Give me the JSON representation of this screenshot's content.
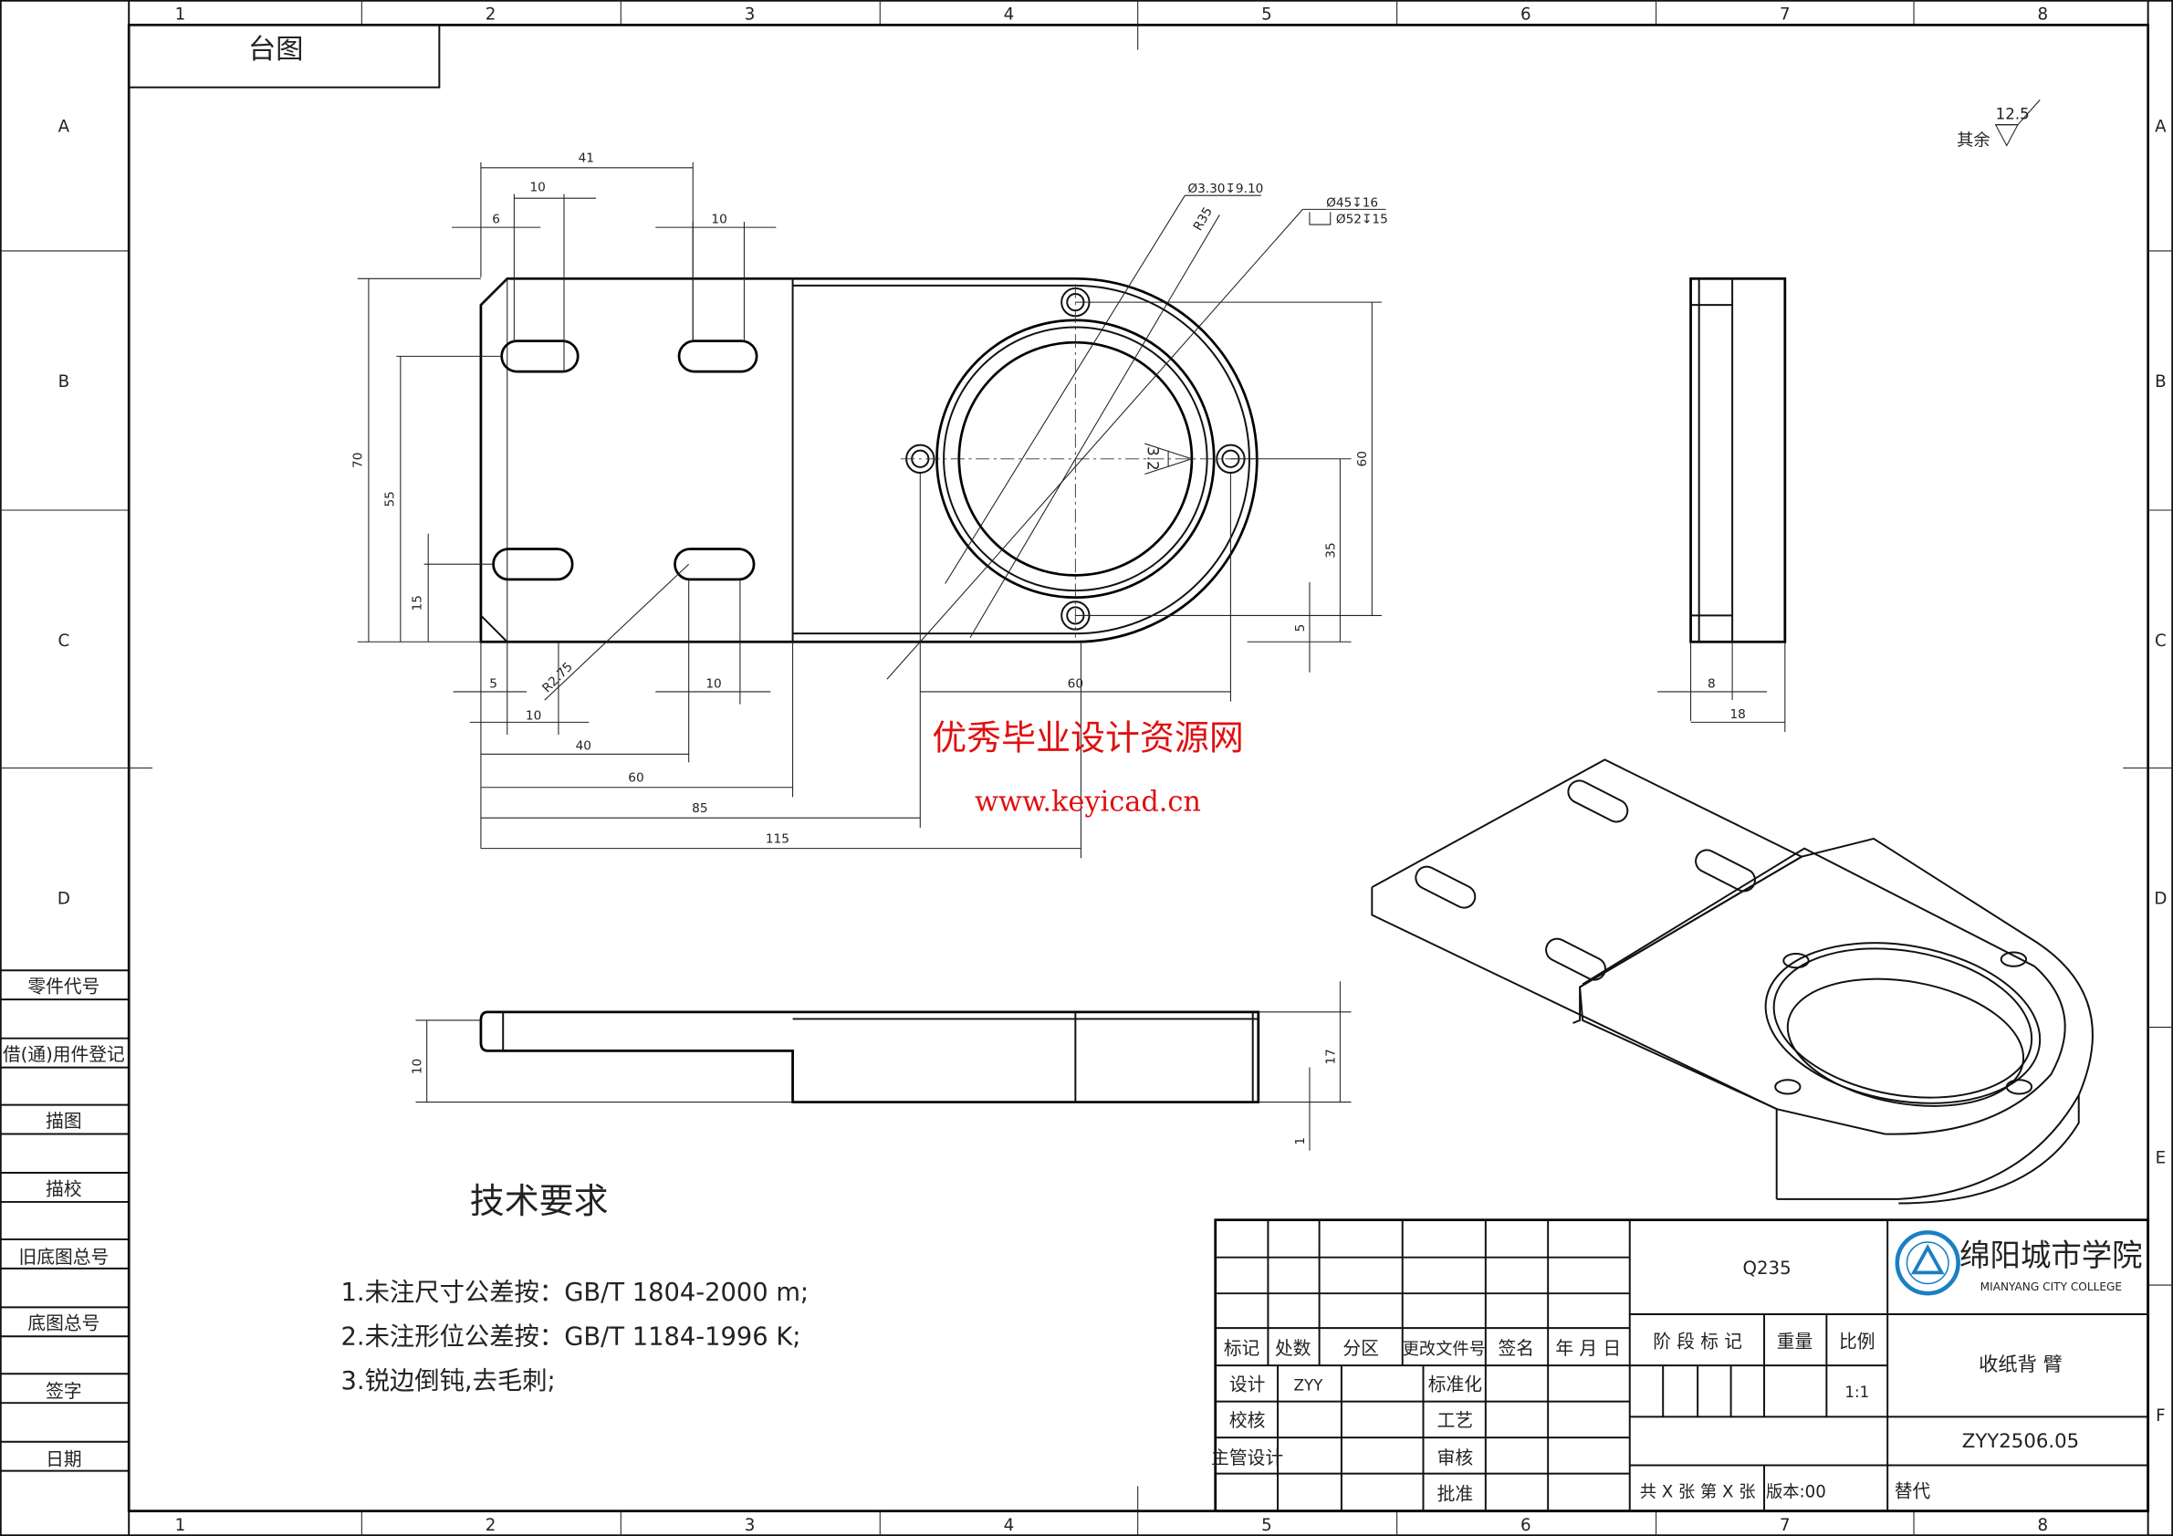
{
  "frame": {
    "zones_columns": [
      "1",
      "2",
      "3",
      "4",
      "5",
      "6",
      "7",
      "8"
    ],
    "zones_rows": [
      "A",
      "B",
      "C",
      "D",
      "E",
      "F"
    ],
    "corner_label": "台图",
    "left_column": [
      "零件代号",
      "借(通)用件登记",
      "描图",
      "描校",
      "旧底图总号",
      "底图总号",
      "签字",
      "日期"
    ]
  },
  "surface_finish": {
    "label": "其余",
    "value": "12.5"
  },
  "front_view": {
    "dims_top": [
      "41",
      "10",
      "6",
      "10"
    ],
    "dims_left": [
      "70",
      "55",
      "15"
    ],
    "dims_right": [
      "60",
      "35",
      "5"
    ],
    "dims_bottom": [
      "5",
      "10",
      "10",
      "40",
      "60",
      "85",
      "115",
      "60"
    ],
    "slot_radius": "R2.75",
    "hole_callout": "Ø3.30↧9.10",
    "radius": "R35",
    "bore_callout_1": "Ø45↧16",
    "bore_callout_2": "Ø52↧15",
    "roughness": "3.2"
  },
  "side_view": {
    "dims": [
      "8",
      "18"
    ]
  },
  "bottom_view": {
    "dims": [
      "10",
      "17",
      "1"
    ]
  },
  "watermark": {
    "line1": "优秀毕业设计资源网",
    "line2": "www.keyicad.cn",
    "color": "#e01010"
  },
  "tech_requirements": {
    "title": "技术要求",
    "items": [
      "1.未注尺寸公差按：GB/T 1804-2000 m;",
      "2.未注形位公差按：GB/T 1184-1996 K;",
      "3.锐边倒钝,去毛刺;"
    ]
  },
  "title_block": {
    "headers": [
      "标记",
      "处数",
      "分区",
      "更改文件号",
      "签名",
      "年 月 日"
    ],
    "design_label": "设计",
    "designer": "ZYY",
    "standardization": "标准化",
    "check_label": "校核",
    "process": "工艺",
    "chief_label": "主管设计",
    "review": "审核",
    "approve": "批准",
    "material": "Q235",
    "stage_label": "阶 段 标 记",
    "weight_label": "重量",
    "scale_label": "比例",
    "scale": "1:1",
    "school_cn": "绵阳城市学院",
    "school_en": "MIANYANG CITY COLLEGE",
    "part_name": "收纸背 臂",
    "drawing_no": "ZYY2506.05",
    "sheets": "共 X 张  第 X 张",
    "version": "版本:00",
    "replace": "替代",
    "logo_color": "#1a7fc4"
  }
}
